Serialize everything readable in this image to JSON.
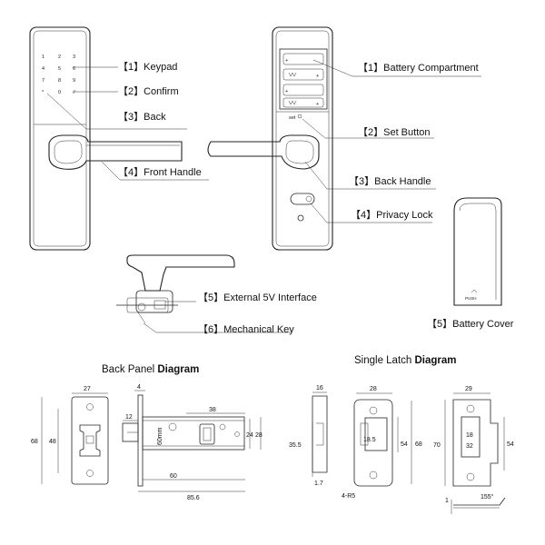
{
  "front_labels": {
    "keypad": "【1】Keypad",
    "confirm": "【2】Confirm",
    "back": "【3】Back",
    "front_handle": "【4】Front Handle"
  },
  "back_labels": {
    "battery_compartment": "【1】Battery Compartment",
    "set_button": "【2】Set Button",
    "back_handle": "【3】Back Handle",
    "privacy_lock": "【4】Privacy Lock"
  },
  "side_labels": {
    "external_interface": "【5】External 5V  Interface",
    "mechanical_key": "【6】Mechanical Key"
  },
  "battery_cover_label": "【5】Battery Cover",
  "keypad_keys": [
    "1",
    "2",
    "3",
    "4",
    "5",
    "6",
    "7",
    "8",
    "9",
    "*",
    "0",
    "#"
  ],
  "set_text": "set",
  "push_text": "PUSH",
  "back_panel": {
    "title_plain": "Back Panel ",
    "title_bold": "Diagram",
    "dims": {
      "w27": "27",
      "h68": "68",
      "h48": "48",
      "d4": "4",
      "d12": "12",
      "d38": "38",
      "d60mm": "60mm",
      "d24": "24",
      "d28": "28",
      "d60": "60",
      "d85_6": "85.6"
    }
  },
  "single_latch": {
    "title_plain": "Single Latch ",
    "title_bold": "Diagram",
    "dims": {
      "d16": "16",
      "d35_5": "35.5",
      "d1_7": "1.7",
      "d4r5": "4-R5",
      "d28": "28",
      "d18_5": "18.5",
      "d54a": "54",
      "d68": "68",
      "d29": "29",
      "d70": "70",
      "d18": "18",
      "d32": "32",
      "d54b": "54",
      "d1": "1",
      "d155": "155°"
    }
  }
}
